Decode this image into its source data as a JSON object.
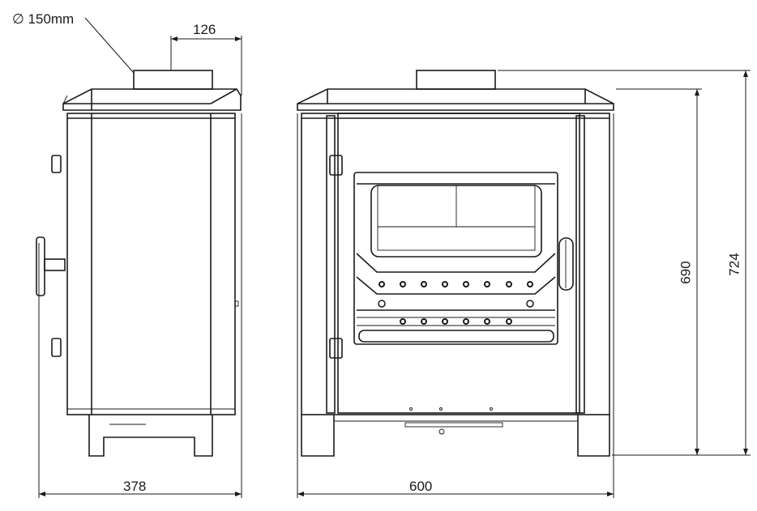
{
  "drawing": {
    "title": "Stove dimension drawing",
    "labels": {
      "flue_diameter": "∅ 150mm",
      "flue_offset": "126",
      "depth": "378",
      "width": "600",
      "height_body": "690",
      "height_total": "724"
    },
    "line_color": "#1a1a1a"
  }
}
